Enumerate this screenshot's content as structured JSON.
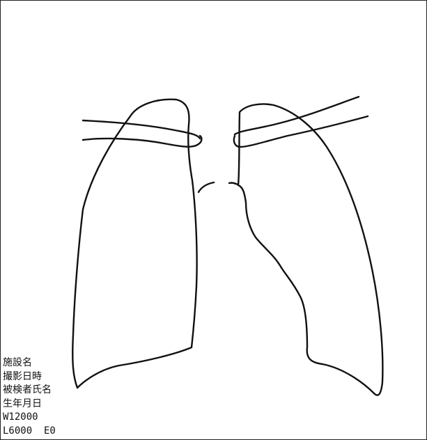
{
  "diagram": {
    "subject": "chest-xray-lung-outline",
    "stroke_color": "#111111",
    "background_color": "#ffffff"
  },
  "info": {
    "facility": "施設名",
    "capture_datetime": "撮影日時",
    "patient_name": "被検者氏名",
    "birth_date": "生年月日",
    "window": "W12000",
    "level_exposure": "L6000  E0"
  }
}
